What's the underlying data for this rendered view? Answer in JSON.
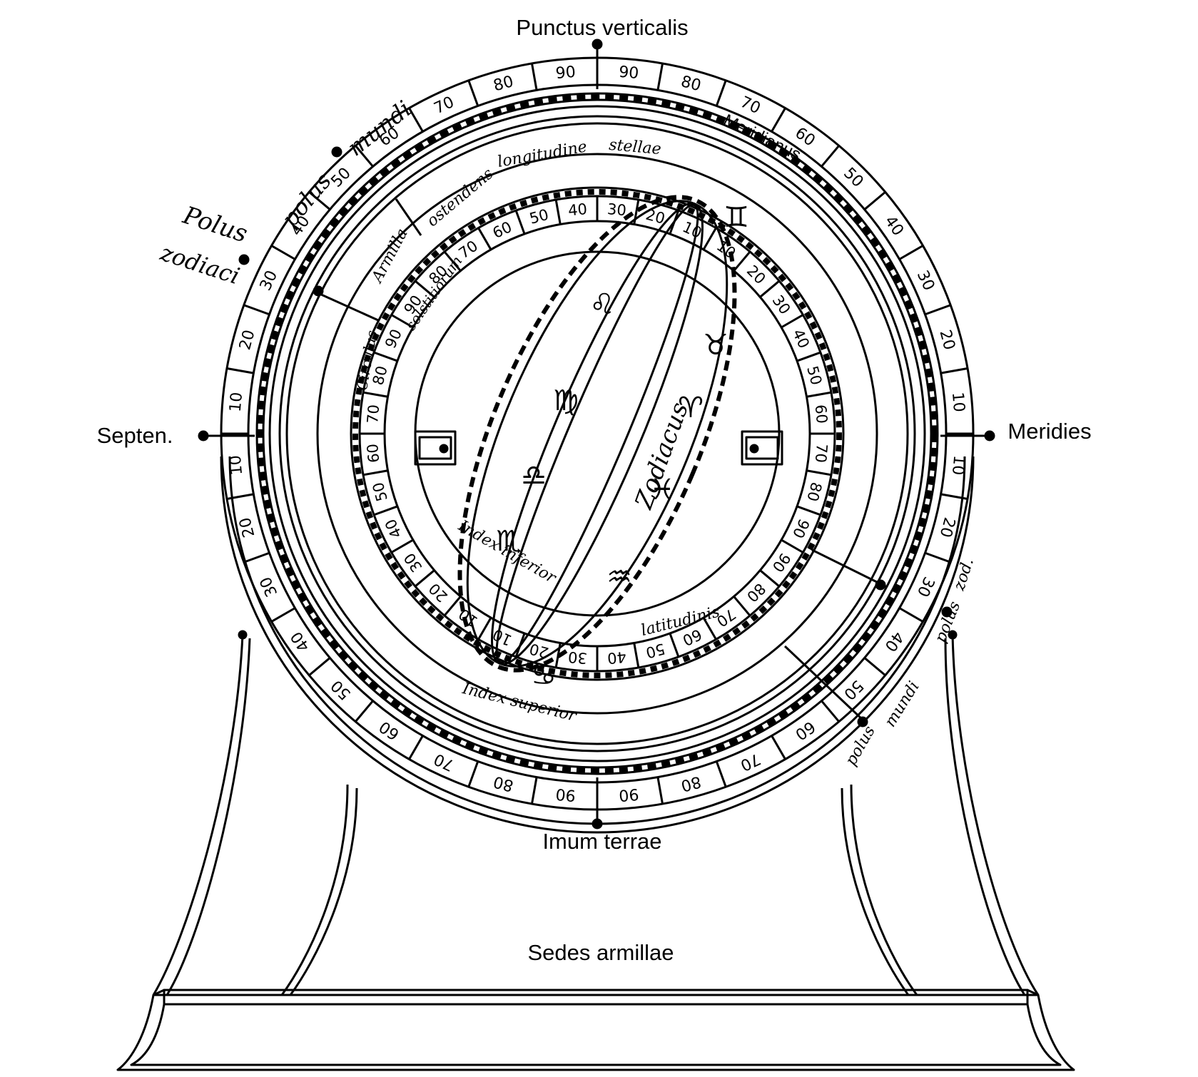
{
  "labels": {
    "top": "Punctus verticalis",
    "bottom": "Imum terrae",
    "left": "Septen.",
    "right": "Meridies",
    "stand": "Sedes armillae",
    "polus_zodiaci_1": "Polus",
    "polus_zodiaci_2": "zodiaci",
    "polus_mundi_1": "polus",
    "polus_mundi_2": "mundi",
    "meridianus": "Meridianus",
    "armilla_1": "Armilla",
    "armilla_2": "ostendens",
    "armilla_3": "longitudine",
    "armilla_4": "stellae",
    "circulus_1": "Circulus",
    "circulus_2": "solstitiorum",
    "zodiacus": "Zodiacus",
    "index_inferior": "Index inferior",
    "index_superior": "Index superior",
    "latitudinis": "latitudinis",
    "polus_mundi_low_1": "polus",
    "polus_mundi_low_2": "mundi",
    "polus_zod_low_1": "polus",
    "polus_zod_low_2": "zod."
  },
  "outer_scale": [
    "90",
    "80",
    "70",
    "60",
    "50",
    "40",
    "30",
    "20",
    "10",
    "10",
    "20",
    "30",
    "40",
    "50",
    "60",
    "70",
    "80",
    "90",
    "90",
    "80",
    "70",
    "60",
    "50",
    "40",
    "30",
    "20",
    "10",
    "10",
    "20",
    "30",
    "40",
    "50",
    "60",
    "70",
    "80",
    "90"
  ],
  "inner_scale": [
    "40",
    "30",
    "20",
    "10",
    "10",
    "20",
    "30",
    "40",
    "50",
    "60",
    "70",
    "80",
    "90",
    "90",
    "80",
    "70",
    "60",
    "50",
    "40",
    "30",
    "20",
    "10",
    "10",
    "20",
    "30",
    "40",
    "50",
    "60",
    "70",
    "80",
    "90",
    "90",
    "80",
    "70",
    "60",
    "50"
  ],
  "zodiac_signs": [
    {
      "name": "leo",
      "glyph": "♌"
    },
    {
      "name": "virgo",
      "glyph": "♍"
    },
    {
      "name": "libra",
      "glyph": "♎"
    },
    {
      "name": "scorpio",
      "glyph": "♏"
    },
    {
      "name": "gemini",
      "glyph": "♊"
    },
    {
      "name": "taurus",
      "glyph": "♉"
    },
    {
      "name": "aries",
      "glyph": "♈"
    },
    {
      "name": "pisces",
      "glyph": "♓"
    },
    {
      "name": "aquarius",
      "glyph": "♒"
    },
    {
      "name": "cancer",
      "glyph": "♋"
    }
  ]
}
